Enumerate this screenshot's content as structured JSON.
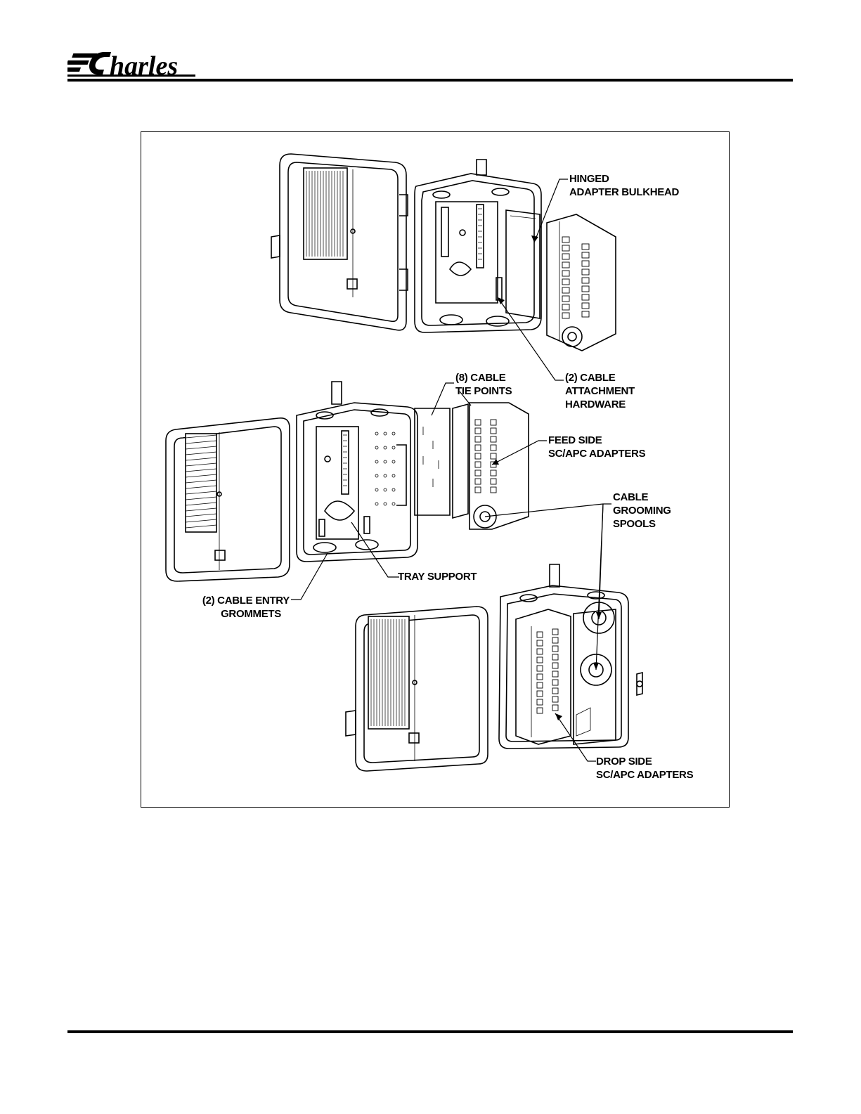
{
  "header": {
    "logo_text": "Charles"
  },
  "figure": {
    "callouts": {
      "hinged_bulkhead": {
        "line1": "HINGED",
        "line2": "ADAPTER BULKHEAD"
      },
      "attachment_hardware": {
        "line1": "(2) CABLE",
        "line2": "ATTACHMENT",
        "line3": "HARDWARE"
      },
      "tie_points": {
        "line1": "(8) CABLE",
        "line2": "TIE POINTS"
      },
      "feed_side": {
        "line1": "FEED SIDE",
        "line2": "SC/APC ADAPTERS"
      },
      "grooming_spools": {
        "line1": "CABLE",
        "line2": "GROOMING",
        "line3": "SPOOLS"
      },
      "tray_support": {
        "line1": "TRAY SUPPORT"
      },
      "entry_grommets": {
        "line1": "(2) CABLE ENTRY",
        "line2": "GROMMETS"
      },
      "drop_side": {
        "line1": "DROP SIDE",
        "line2": "SC/APC ADAPTERS"
      }
    }
  }
}
